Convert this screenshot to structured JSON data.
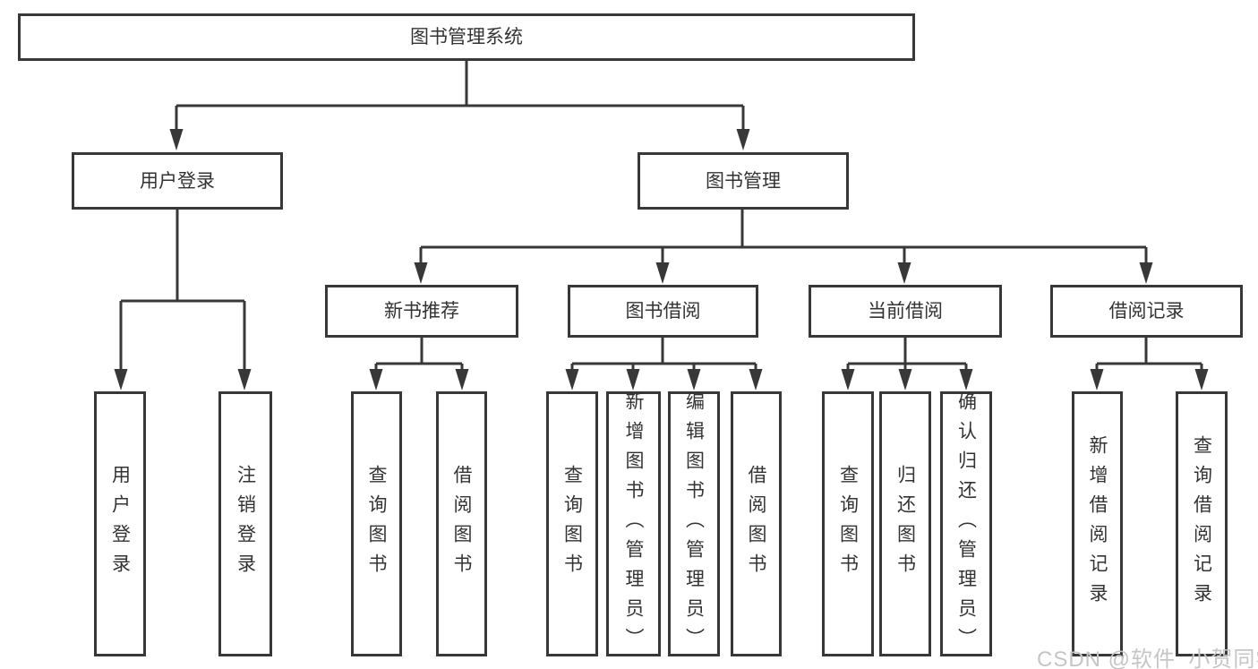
{
  "colors": {
    "line": "#383838",
    "box_border": "#383838",
    "text": "#333333",
    "watermark": "#c5c5c5",
    "background": "#ffffff"
  },
  "nodes": {
    "root": "图书管理系统",
    "user_login": "用户登录",
    "book_management": "图书管理",
    "new_book_recommend": "新书推荐",
    "book_borrow": "图书借阅",
    "current_borrow": "当前借阅",
    "borrow_records": "借阅记录",
    "leaf_user_login": "用户登录",
    "leaf_logout": "注销登录",
    "leaf_query_book_1": "查询图书",
    "leaf_borrow_book_1": "借阅图书",
    "leaf_query_book_2": "查询图书",
    "leaf_add_book_admin": "新增图书（管理员）",
    "leaf_edit_book_admin": "编辑图书（管理员）",
    "leaf_borrow_book_2": "借阅图书",
    "leaf_query_book_3": "查询图书",
    "leaf_return_book": "归还图书",
    "leaf_confirm_return_admin": "确认归还（管理员）",
    "leaf_add_borrow_record": "新增借阅记录",
    "leaf_query_borrow_record": "查询借阅记录"
  },
  "watermark": "CSDN @软件_小贺同学"
}
